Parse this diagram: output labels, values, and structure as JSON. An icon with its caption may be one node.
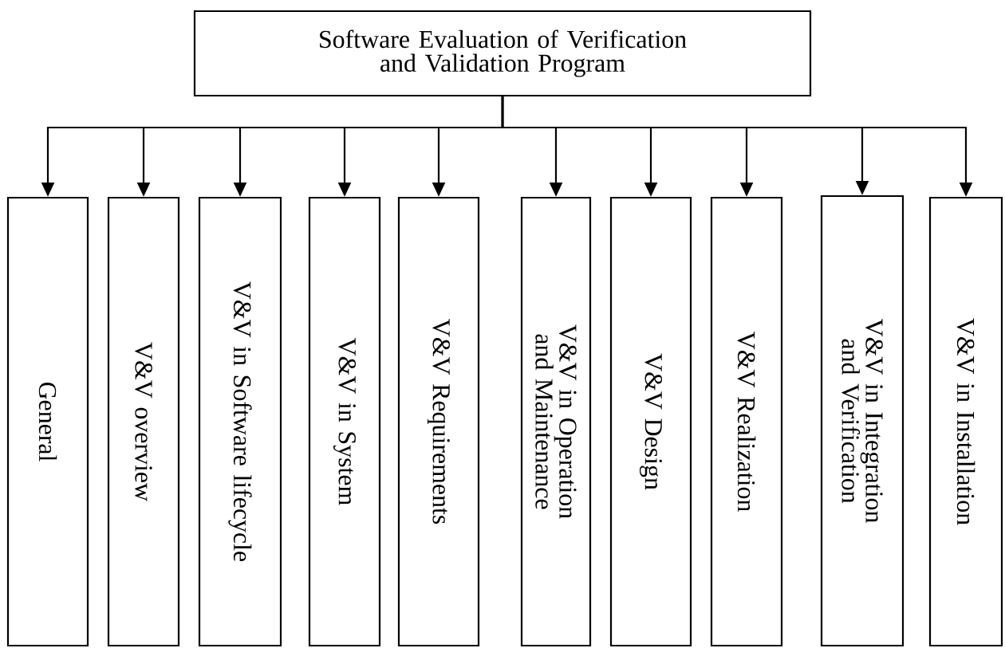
{
  "diagram": {
    "nodes": [
      {
        "text": [
          "Software Evaluation of Verification and Validation Program"
        ]
      },
      {
        "text": [
          "General"
        ]
      },
      {
        "text": [
          "V&V overview"
        ]
      },
      {
        "text": [
          "V&V in Software lifecycle"
        ]
      },
      {
        "text": [
          "V&V in System"
        ]
      },
      {
        "text": [
          "V&V Requirements"
        ]
      },
      {
        "text": [
          "V&V in Operation and Maintenance"
        ]
      },
      {
        "text": [
          "V&V Design"
        ]
      },
      {
        "text": [
          "V&V Realization"
        ]
      },
      {
        "text": [
          "V&V in Integration and Verification"
        ]
      },
      {
        "text": [
          "V&V in Installation"
        ]
      }
    ],
    "edges": [
      {
        "from": 0,
        "to": 1,
        "arrow": "to"
      },
      {
        "from": 0,
        "to": 2,
        "arrow": "to"
      },
      {
        "from": 0,
        "to": 3,
        "arrow": "to"
      },
      {
        "from": 0,
        "to": 4,
        "arrow": "to"
      },
      {
        "from": 0,
        "to": 5,
        "arrow": "to"
      },
      {
        "from": 0,
        "to": 6,
        "arrow": "to"
      },
      {
        "from": 0,
        "to": 7,
        "arrow": "to"
      },
      {
        "from": 0,
        "to": 8,
        "arrow": "to"
      },
      {
        "from": 0,
        "to": 9,
        "arrow": "to"
      },
      {
        "from": 0,
        "to": 10,
        "arrow": "to"
      }
    ]
  }
}
